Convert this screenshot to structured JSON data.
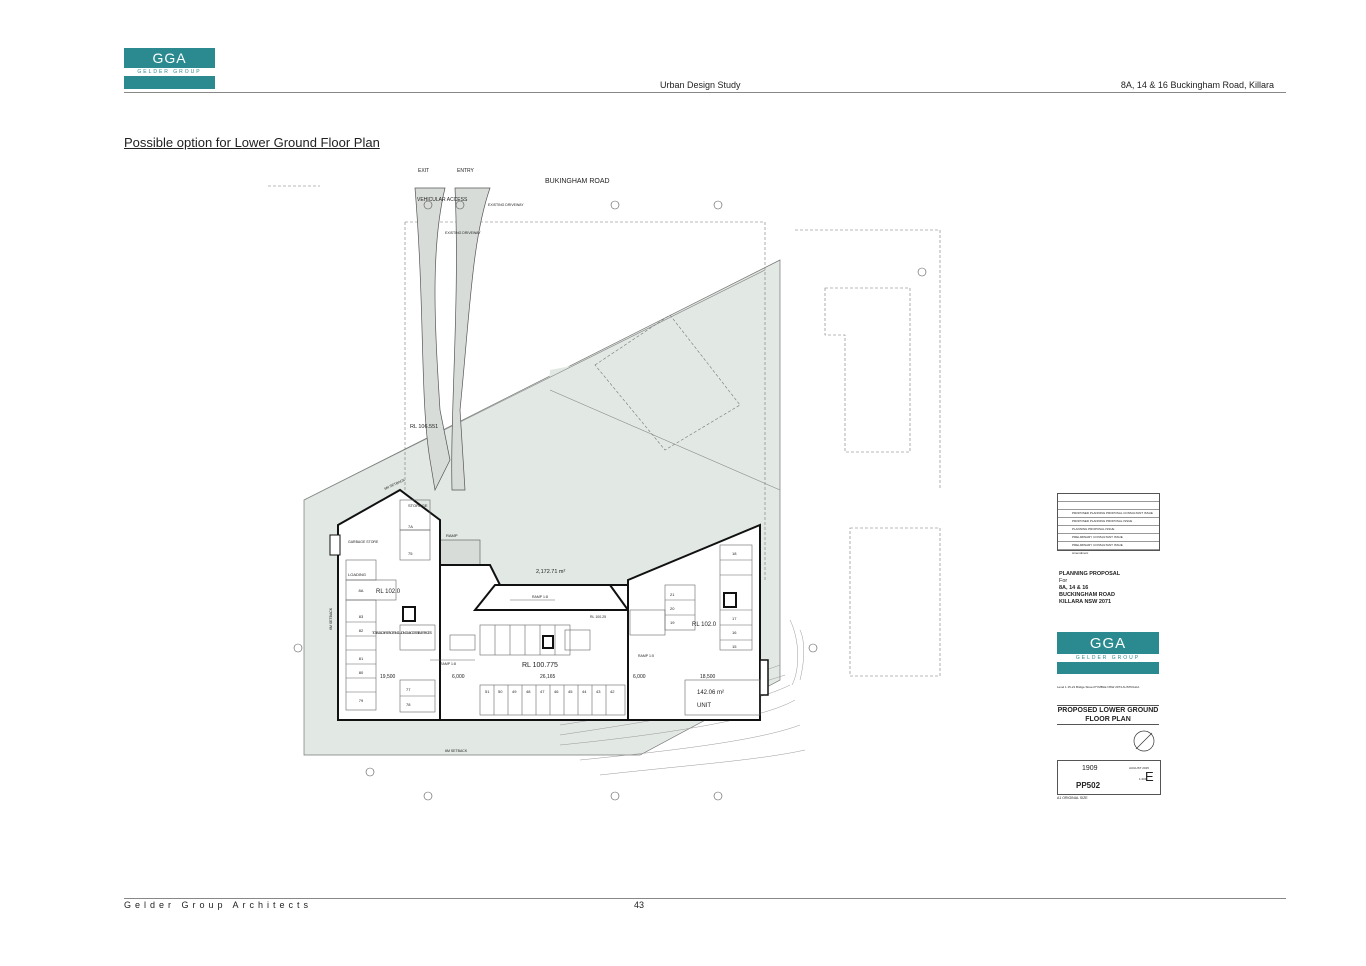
{
  "header": {
    "logo": "GGA",
    "logo_sub": "GELDER GROUP ARCHITECTS",
    "doc_title": "Urban Design Study",
    "address": "8A, 14 & 16 Buckingham Road, Killara"
  },
  "page_title": "Possible option for Lower Ground Floor Plan",
  "plan": {
    "exit": "EXIT",
    "entry": "ENTRY",
    "road": "BUKINGHAM ROAD",
    "vehicular": "VEHICULAR ACCESS",
    "existing_driveway": "EXISTING DRIVEWAY",
    "existing_driveway2": "EXISTING DRIVEWAY",
    "rl_106": "RL 106.551",
    "setback_6m": "6M SETBACK",
    "storage": "STORAGE",
    "garbage": "GARBAGE STORE",
    "loading": "LOADING",
    "ramp": "RAMP",
    "rl_102_left": "RL 102.0",
    "area_main": "2,172.71 m²",
    "ramp_18_top": "RAMP 1:8",
    "rl_10025": "RL 100.25",
    "rl_102_right": "RL 102.0",
    "total_cars": "TOTAL 54 CAR SPACES INCLUDING 14 ACCESSIBLE SPACES",
    "ramp_18_bottom": "RAMP 1:8",
    "ramp_15": "RAMP 1:5",
    "rl_100775": "RL 100.775",
    "dim_19500": "19,500",
    "dim_6000a": "6,000",
    "dim_26165": "26,165",
    "dim_6000b": "6,000",
    "dim_18500": "18,500",
    "unit_area": "142.06 m²",
    "unit": "UNIT",
    "setback_bottom": "6M SETBACK",
    "setback_left": "6M SETBACK",
    "bays_left": [
      "8A",
      "83",
      "82",
      "81",
      "80",
      "79"
    ],
    "bays_top": [
      "7A",
      "75"
    ],
    "bays_bottom": [
      "77",
      "78"
    ],
    "bays_bottom_row": [
      "51",
      "50",
      "49",
      "48",
      "47",
      "46",
      "45",
      "44",
      "43",
      "42"
    ],
    "bays_right": [
      "21",
      "20",
      "19",
      "18",
      "17",
      "16",
      "15"
    ]
  },
  "title_block": {
    "revisions": [
      "PROPOSED PLANNING PROPOSAL CONSULTANT ISSUE",
      "PROPOSED PLANNING PROPOSAL ISSUE",
      "PLANNING PROPOSAL ISSUE",
      "PRELIMINARY CONSULTANT ISSUE",
      "PRELIMINARY CONSULTANT ISSUE",
      "Amendment"
    ],
    "project_type": "PLANNING PROPOSAL",
    "for": "For",
    "site_line1": "8A, 14 & 16",
    "site_line2": "BUCKINGHAM ROAD",
    "site_line3": "KILLARA NSW 2071",
    "logo": "GGA",
    "logo_sub": "GELDER GROUP ARCHITECTS",
    "office": "Level 1 15-21 Bridge Street PYMBLE NSW 2073 AUSTRALIA",
    "drawing_title": "PROPOSED LOWER GROUND FLOOR PLAN",
    "job_no": "1909",
    "drawing_no": "PP502",
    "date": "AUGUST 2015",
    "scale": "1:200",
    "revision": "E",
    "original": "A1 ORIGINAL SIZE"
  },
  "footer": {
    "firm": "Gelder Group Architects",
    "page": "43"
  }
}
